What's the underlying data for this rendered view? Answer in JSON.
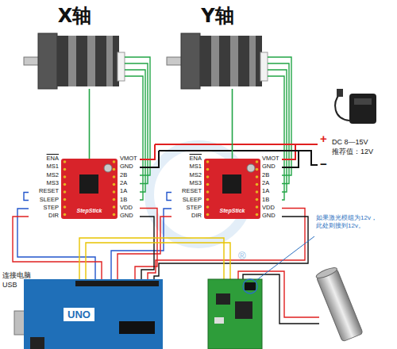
{
  "diagram": {
    "nodes": [
      {
        "text": [
          "X轴"
        ]
      },
      {
        "text": [
          "Y轴"
        ]
      },
      {
        "text": [
          "StepStick"
        ]
      },
      {
        "text": [
          "StepStick"
        ]
      },
      {
        "text": [
          "UNO"
        ]
      }
    ],
    "edges": [
      {
        "from": 0,
        "to": 2,
        "arrow": "none"
      },
      {
        "from": 1,
        "to": 3,
        "arrow": "none"
      }
    ],
    "labels": [
      "ENA",
      "MS1",
      "MS2",
      "MS3",
      "RESET",
      "SLEEP",
      "STEP",
      "DIR",
      "VMOT",
      "GND",
      "2B",
      "2A",
      "1A",
      "1B",
      "VDD",
      "GND",
      "ENA",
      "MS1",
      "MS2",
      "MS3",
      "RESET",
      "SLEEP",
      "STEP",
      "DIR",
      "VMOT",
      "GND",
      "2B",
      "2A",
      "1A",
      "1B",
      "VDD",
      "GND",
      "+",
      "DC 8—15V",
      "推荐值：12V",
      "−",
      "如果激光模组为12v，此处则接到12v。",
      "连接电脑 USB",
      "®"
    ]
  }
}
